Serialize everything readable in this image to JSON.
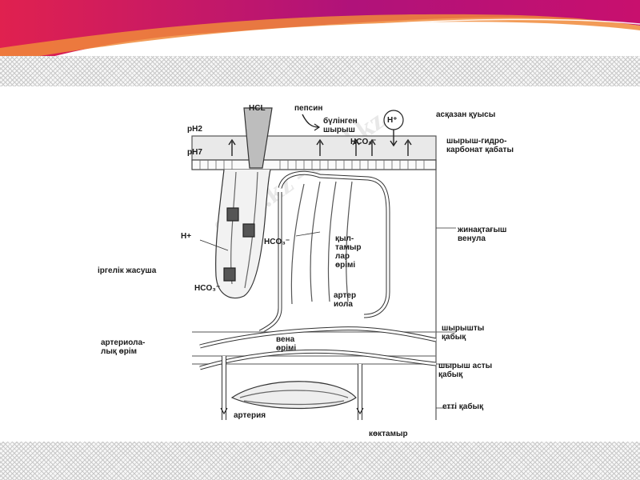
{
  "watermark": {
    "text": "Stud.kz - Stud.kz"
  },
  "labels": {
    "hcl": "HCL",
    "pepsin": "пепсин",
    "digested_mucus_1": "бүлінген",
    "digested_mucus_2": "шырыш",
    "h_plus_top": "H⁺",
    "stomach_cavity": "асқазан қуысы",
    "ph2": "pH2",
    "ph7": "pH7",
    "hco3_top": "HCO₃⁻",
    "mucus_bicarb_1": "шырыш-гидро-",
    "mucus_bicarb_2": "карбонат қабаты",
    "collecting_venule_1": "жинақтағыш",
    "collecting_venule_2": "венула",
    "h_plus_left": "H+",
    "hco3_mid": "HCO₃⁻",
    "capillary_1": "қыл-",
    "capillary_2": "тамыр",
    "capillary_3": "лар",
    "capillary_4": "өрімі",
    "parietal_cell": "іргелік жасуша",
    "hco3_low": "HCO₃⁻",
    "arteriole_1": "артер",
    "arteriole_2": "иола",
    "arteriolar_plexus_1": "артериола-",
    "arteriolar_plexus_2": "лық өрім",
    "venous_plexus_1": "вена",
    "venous_plexus_2": "өрімі",
    "mucosa_1": "шырышты",
    "mucosa_2": "қабық",
    "submucosa_1": "шырыш асты",
    "submucosa_2": "қабық",
    "muscular": "етті қабық",
    "artery": "артерия",
    "vein": "көктамыр"
  },
  "colors": {
    "banner_red": "#e0214f",
    "banner_magenta": "#b0127a",
    "banner_orange": "#f08a3a",
    "line": "#333333",
    "vessel_fill": "#ffffff",
    "hatch": "#c9c9c9"
  }
}
